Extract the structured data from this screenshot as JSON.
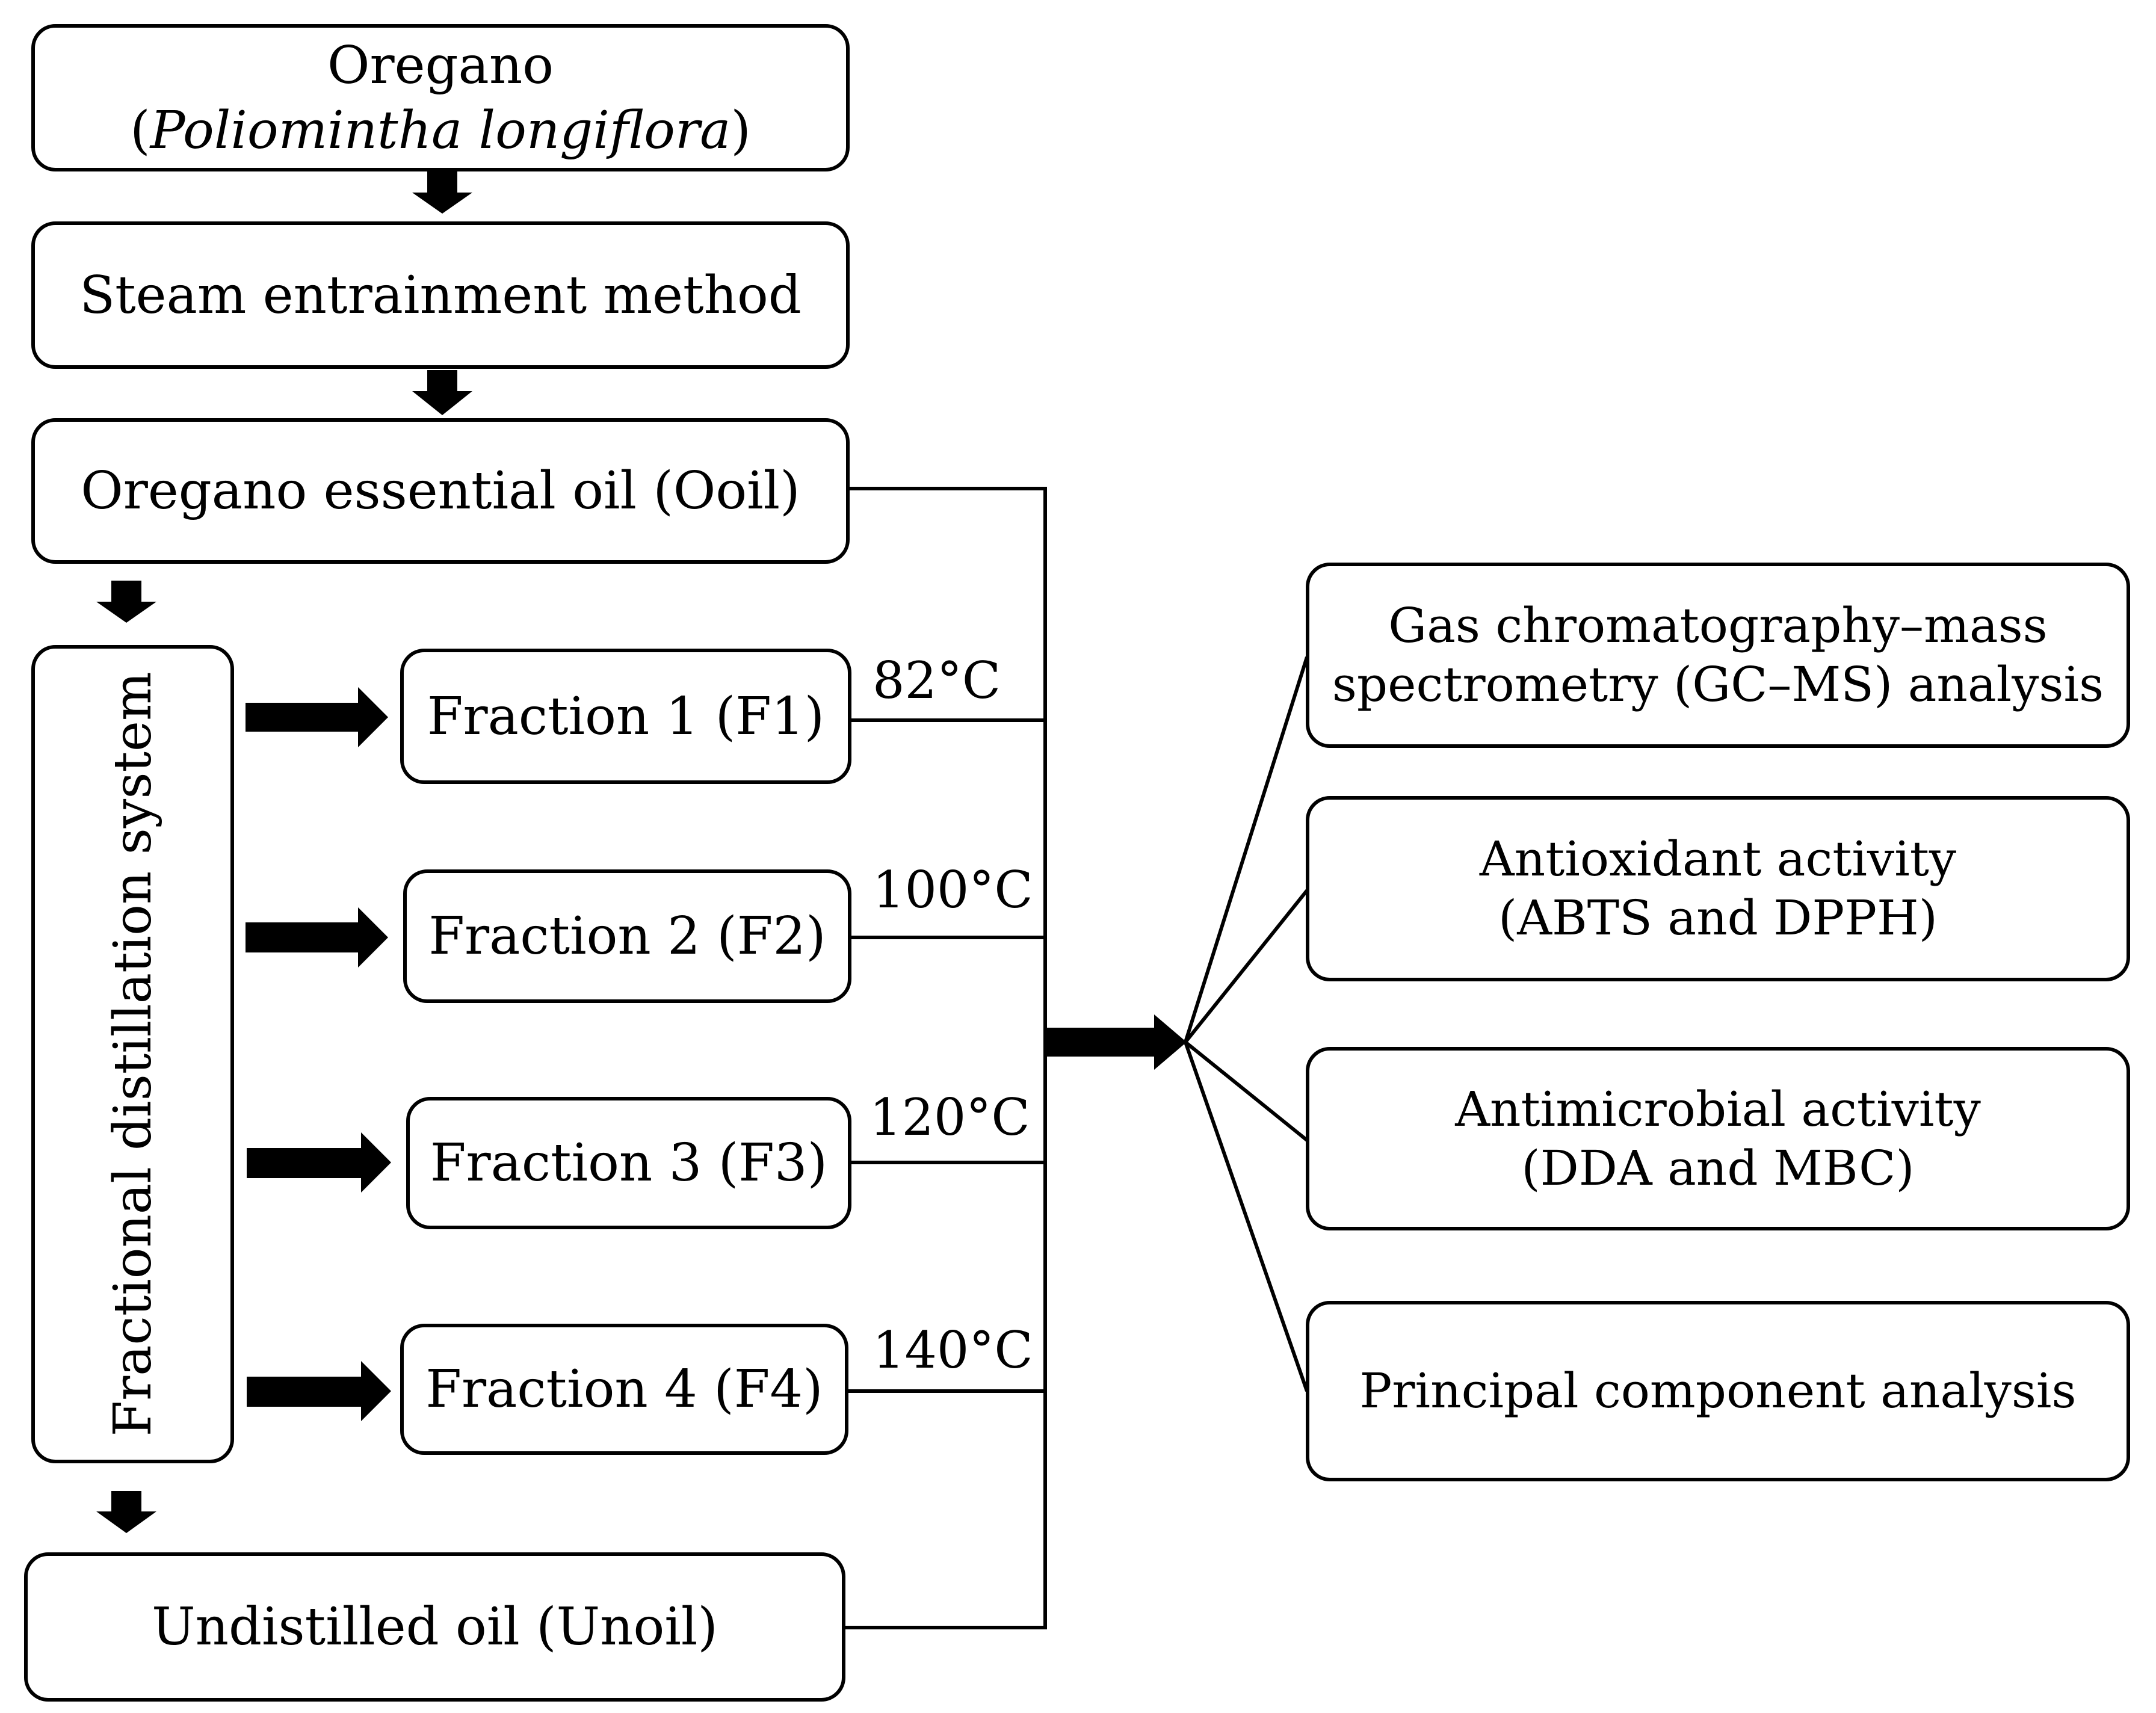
{
  "boxes": {
    "oregano": {
      "title": "Oregano",
      "species_open": "(",
      "species": "Poliomintha longiflora",
      "species_close": ")"
    },
    "steam": "Steam entrainment method",
    "ooil": "Oregano essential oil (Ooil)",
    "fds": "Fractional distillation system",
    "f1": "Fraction 1 (F1)",
    "f2": "Fraction 2 (F2)",
    "f3": "Fraction 3 (F3)",
    "f4": "Fraction 4 (F4)",
    "unoil": "Undistilled oil (Unoil)",
    "gcms": {
      "line1": "Gas chromatography–mass",
      "line2": "spectrometry (GC–MS) analysis"
    },
    "antiox": {
      "line1": "Antioxidant activity",
      "line2": "(ABTS and DPPH)"
    },
    "antimic": {
      "line1": "Antimicrobial activity",
      "line2": "(DDA and MBC)"
    },
    "pca": "Principal component analysis"
  },
  "temps": {
    "f1": "82°C",
    "f2": "100°C",
    "f3": "120°C",
    "f4": "140°C"
  },
  "colors": {
    "stroke": "#000000",
    "background": "#ffffff"
  }
}
